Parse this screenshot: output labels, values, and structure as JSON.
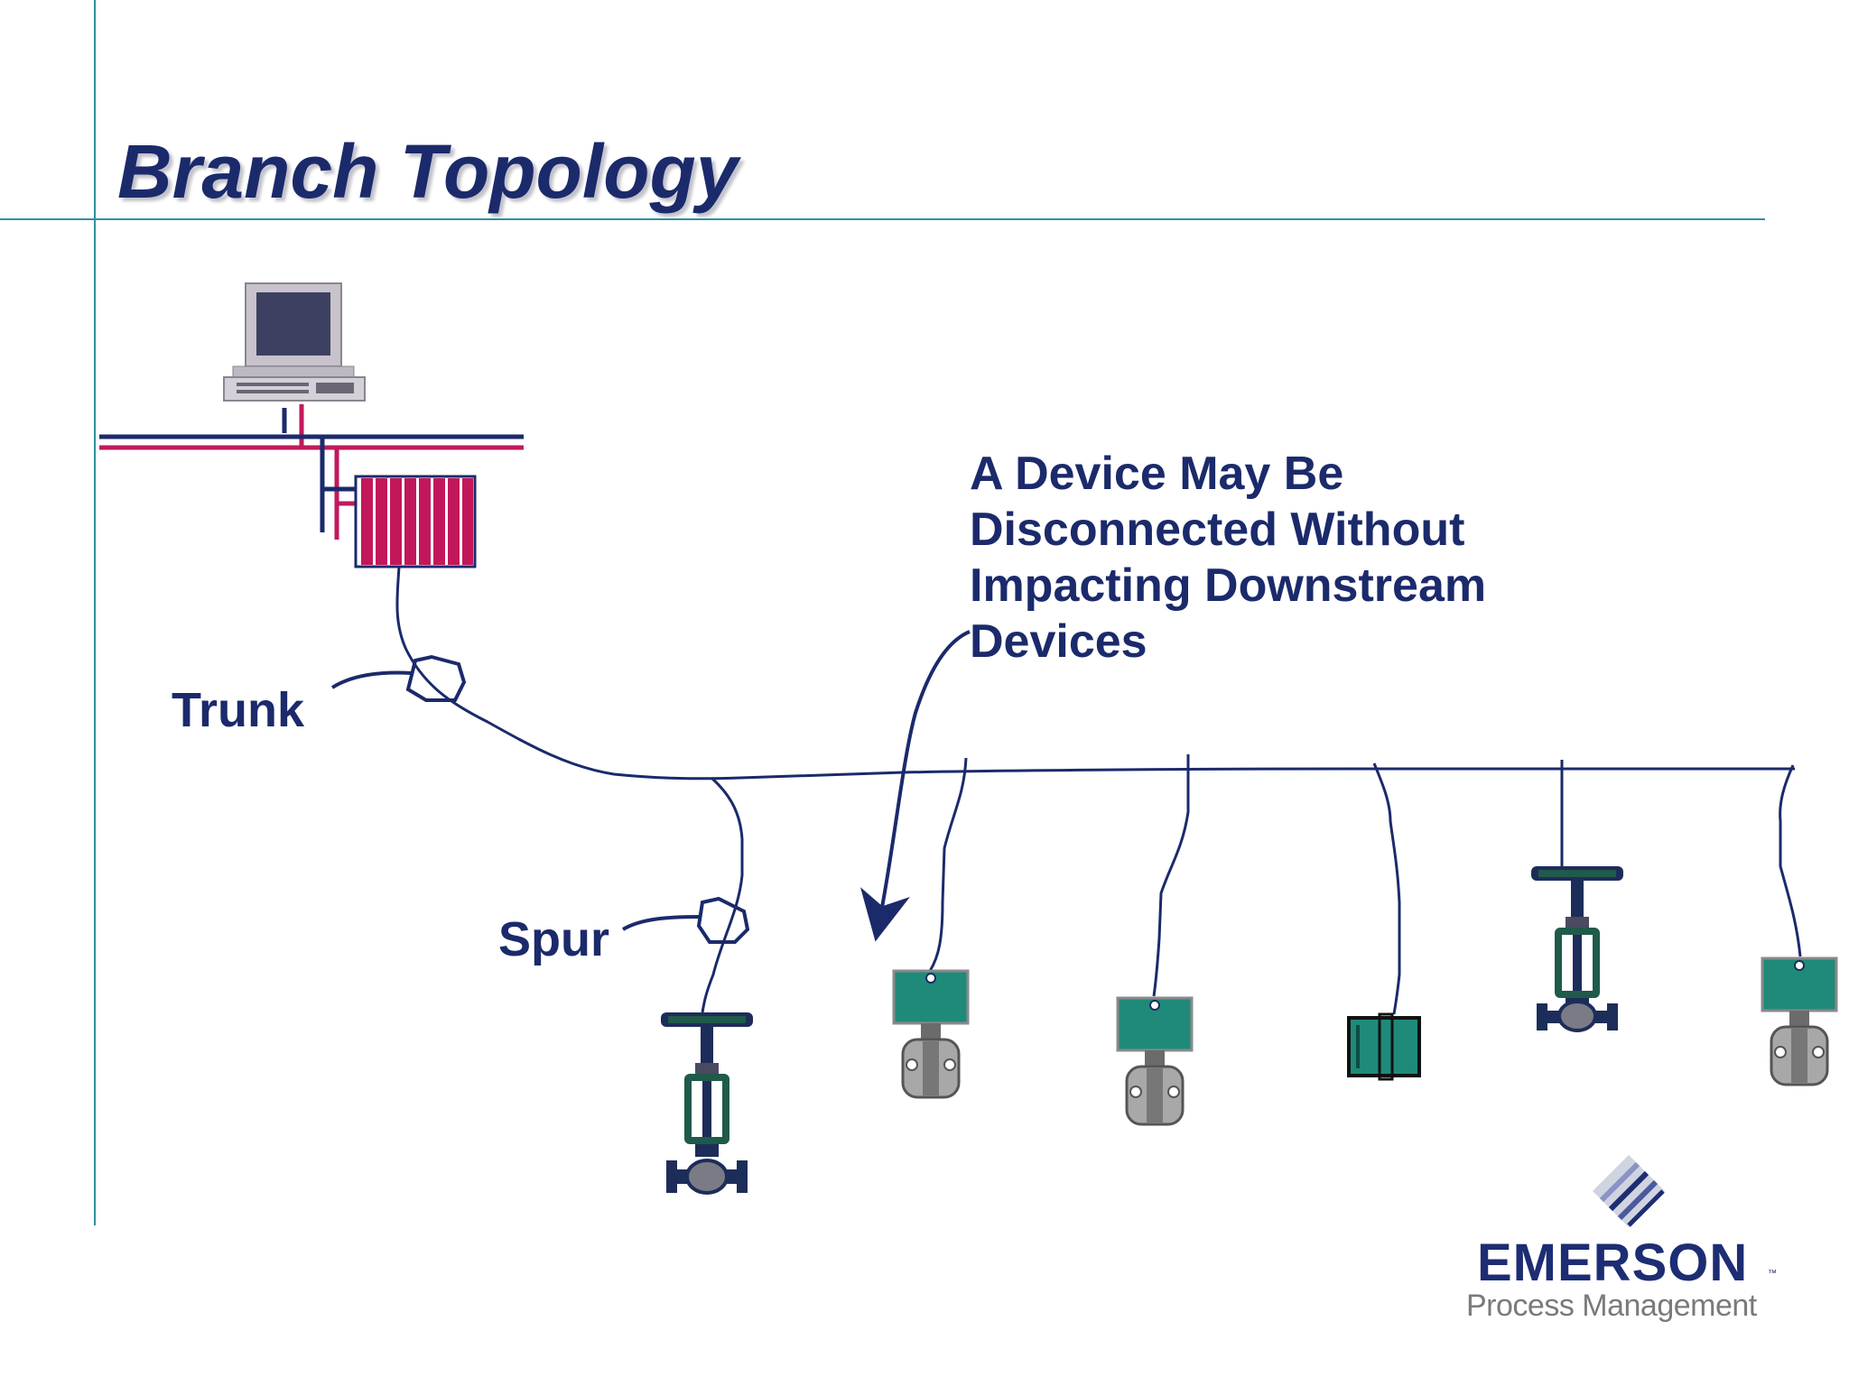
{
  "slide": {
    "title": "Branch Topology",
    "callout_lines": [
      "A Device May Be",
      "Disconnected Without",
      "Impacting Downstream",
      "Devices"
    ],
    "labels": {
      "trunk": "Trunk",
      "spur": "Spur"
    }
  },
  "logo": {
    "wordmark": "EMERSON",
    "trademark": "™",
    "subtitle": "Process Management"
  },
  "colors": {
    "title": "#1b2a6b",
    "rule": "#2f8f9e",
    "cable": "#1b2a6b",
    "bus_magenta": "#c2185b",
    "device_teal": "#1f8a7a",
    "valve_navy": "#1d2d5a"
  },
  "icons": [
    "computer-icon",
    "io-card-rack-icon",
    "junction-box-icon",
    "control-valve-icon",
    "pressure-transmitter-icon",
    "field-device-icon",
    "emerson-logo-icon"
  ]
}
